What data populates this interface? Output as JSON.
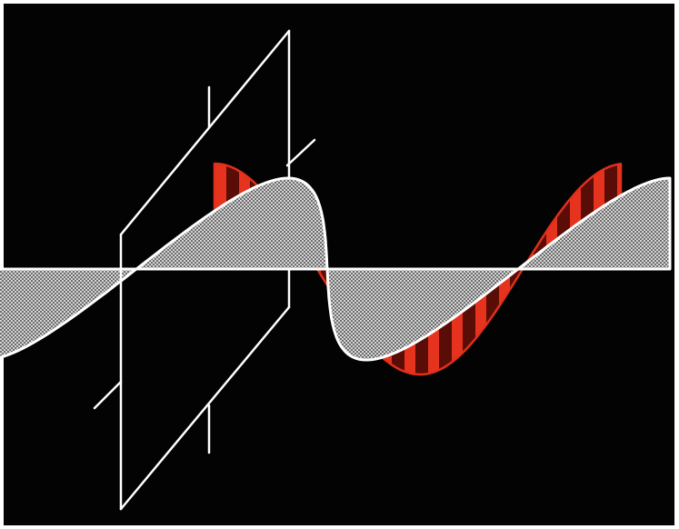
{
  "colors": {
    "background": "#030303",
    "page_border": "#ffffff",
    "axis": "#ffffff",
    "plane": "#ffffff",
    "electric_wave": "#e0301c",
    "electric_stripe_dark": "#5a0c06",
    "electric_stripe_light": "#ff3a22",
    "magnetic_wave_fill": "#a9a9a9",
    "magnetic_wave_outline": "#ffffff"
  },
  "icons": [
    "electric-field-wave",
    "magnetic-field-wave",
    "propagation-axis",
    "polarization-plane"
  ]
}
